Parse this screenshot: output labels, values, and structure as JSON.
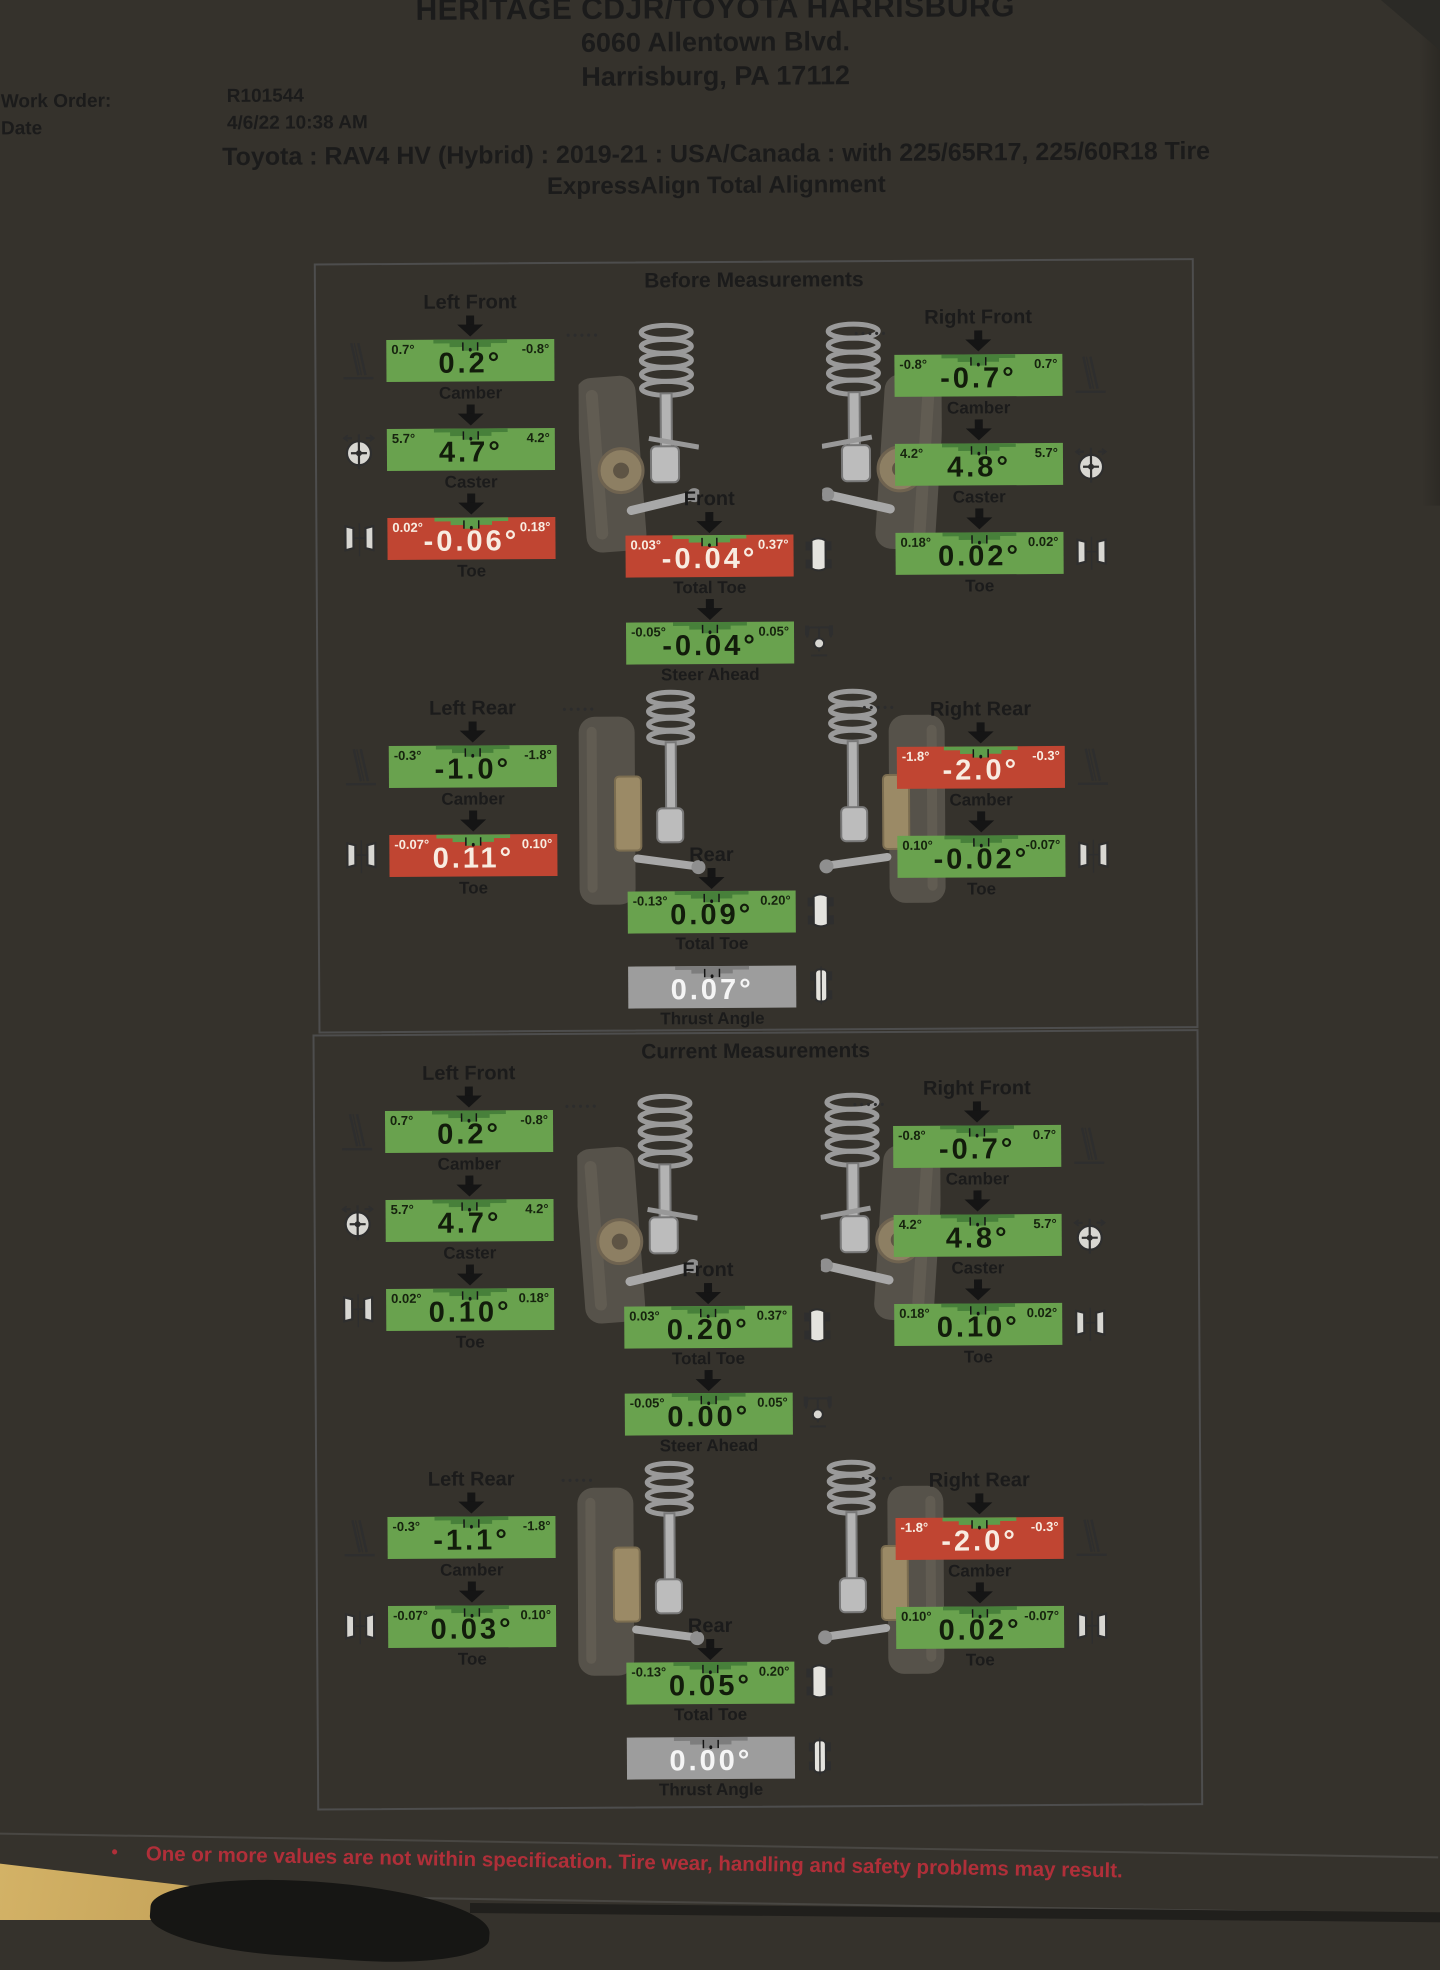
{
  "header": {
    "dealer_name": "HERITAGE CDJR/TOYOTA HARRISBURG",
    "address_line1": "6060 Allentown Blvd.",
    "address_line2": "Harrisburg, PA 17112",
    "work_order_label": "Work Order:",
    "work_order_value": "R101544",
    "date_label": "Date",
    "date_value": "4/6/22 10:38 AM",
    "vehicle_line": "Toyota : RAV4 HV (Hybrid) : 2019-21 : USA/Canada : with 225/65R17, 225/60R18 Tire",
    "alignment_type": "ExpressAlign Total Alignment"
  },
  "labels": {
    "left_front": "Left Front",
    "right_front": "Right Front",
    "left_rear": "Left Rear",
    "right_rear": "Right Rear",
    "front": "Front",
    "rear": "Rear",
    "camber": "Camber",
    "caster": "Caster",
    "toe": "Toe",
    "total_toe": "Total Toe",
    "steer_ahead": "Steer Ahead",
    "thrust_angle": "Thrust Angle",
    "dots": "•••••"
  },
  "colors": {
    "in_spec_green": "#69a24e",
    "in_spec_notch": "#47803a",
    "out_spec_red": "#c04532",
    "out_spec_notch_green": "#5e9c4a",
    "neutral_gray": "#9d9d9d",
    "neutral_notch": "#7d7d7d",
    "warning_red": "#b02f39",
    "paper": "#f1f0ec"
  },
  "icons": {
    "camber": "camber-wheel-tilt-icon",
    "caster": "caster-wheel-side-icon",
    "toe": "toe-top-view-icon",
    "total_toe": "vehicle-top-icon",
    "steer_ahead": "steering-axle-icon",
    "thrust_angle": "vehicle-thrust-icon"
  },
  "sections": [
    {
      "title": "Before Measurements",
      "left_front": {
        "camber": {
          "value": "0.2°",
          "left": "0.7°",
          "right": "-0.8°",
          "status": "in_spec"
        },
        "caster": {
          "value": "4.7°",
          "left": "5.7°",
          "right": "4.2°",
          "status": "in_spec"
        },
        "toe": {
          "value": "-0.06°",
          "left": "0.02°",
          "right": "0.18°",
          "status": "out_spec"
        }
      },
      "right_front": {
        "camber": {
          "value": "-0.7°",
          "left": "-0.8°",
          "right": "0.7°",
          "status": "in_spec"
        },
        "caster": {
          "value": "4.8°",
          "left": "4.2°",
          "right": "5.7°",
          "status": "in_spec"
        },
        "toe": {
          "value": "0.02°",
          "left": "0.18°",
          "right": "0.02°",
          "status": "in_spec"
        }
      },
      "front": {
        "total_toe": {
          "value": "-0.04°",
          "left": "0.03°",
          "right": "0.37°",
          "status": "out_spec"
        },
        "steer_ahead": {
          "value": "-0.04°",
          "left": "-0.05°",
          "right": "0.05°",
          "status": "in_spec"
        }
      },
      "left_rear": {
        "camber": {
          "value": "-1.0°",
          "left": "-0.3°",
          "right": "-1.8°",
          "status": "in_spec"
        },
        "toe": {
          "value": "0.11°",
          "left": "-0.07°",
          "right": "0.10°",
          "status": "out_spec"
        }
      },
      "right_rear": {
        "camber": {
          "value": "-2.0°",
          "left": "-1.8°",
          "right": "-0.3°",
          "status": "out_spec"
        },
        "toe": {
          "value": "-0.02°",
          "left": "0.10°",
          "right": "-0.07°",
          "status": "in_spec"
        }
      },
      "rear": {
        "total_toe": {
          "value": "0.09°",
          "left": "-0.13°",
          "right": "0.20°",
          "status": "in_spec"
        },
        "thrust_angle": {
          "value": "0.07°",
          "left": "",
          "right": "",
          "status": "neutral"
        }
      }
    },
    {
      "title": "Current Measurements",
      "left_front": {
        "camber": {
          "value": "0.2°",
          "left": "0.7°",
          "right": "-0.8°",
          "status": "in_spec"
        },
        "caster": {
          "value": "4.7°",
          "left": "5.7°",
          "right": "4.2°",
          "status": "in_spec"
        },
        "toe": {
          "value": "0.10°",
          "left": "0.02°",
          "right": "0.18°",
          "status": "in_spec"
        }
      },
      "right_front": {
        "camber": {
          "value": "-0.7°",
          "left": "-0.8°",
          "right": "0.7°",
          "status": "in_spec"
        },
        "caster": {
          "value": "4.8°",
          "left": "4.2°",
          "right": "5.7°",
          "status": "in_spec"
        },
        "toe": {
          "value": "0.10°",
          "left": "0.18°",
          "right": "0.02°",
          "status": "in_spec"
        }
      },
      "front": {
        "total_toe": {
          "value": "0.20°",
          "left": "0.03°",
          "right": "0.37°",
          "status": "in_spec"
        },
        "steer_ahead": {
          "value": "0.00°",
          "left": "-0.05°",
          "right": "0.05°",
          "status": "in_spec"
        }
      },
      "left_rear": {
        "camber": {
          "value": "-1.1°",
          "left": "-0.3°",
          "right": "-1.8°",
          "status": "in_spec"
        },
        "toe": {
          "value": "0.03°",
          "left": "-0.07°",
          "right": "0.10°",
          "status": "in_spec"
        }
      },
      "right_rear": {
        "camber": {
          "value": "-2.0°",
          "left": "-1.8°",
          "right": "-0.3°",
          "status": "out_spec"
        },
        "toe": {
          "value": "0.02°",
          "left": "0.10°",
          "right": "-0.07°",
          "status": "in_spec"
        }
      },
      "rear": {
        "total_toe": {
          "value": "0.05°",
          "left": "-0.13°",
          "right": "0.20°",
          "status": "in_spec"
        },
        "thrust_angle": {
          "value": "0.00°",
          "left": "",
          "right": "",
          "status": "neutral"
        }
      }
    }
  ],
  "footer": {
    "bullet": "•",
    "warning": "One or more values are not within specification.  Tire wear, handling and safety problems may result."
  }
}
